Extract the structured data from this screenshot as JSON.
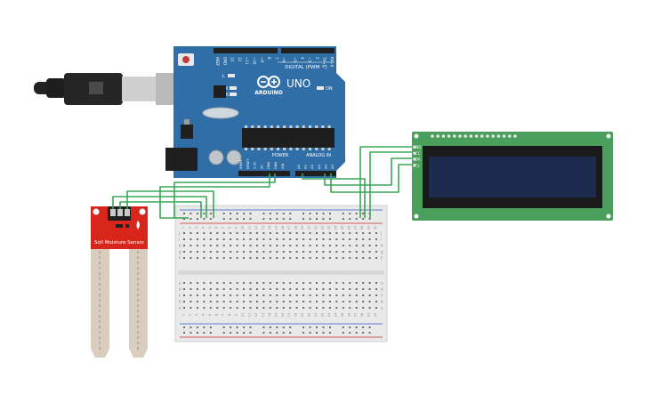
{
  "arduino": {
    "brand": "ARDUINO",
    "model": "UNO",
    "on_label": "ON",
    "tx_label": "TX",
    "rx_label": "RX",
    "l_label": "L",
    "digital_label": "DIGITAL (PWM ~)",
    "power_label": "POWER",
    "analog_label": "ANALOG IN",
    "digital_pins": [
      "AREF",
      "GND",
      "13",
      "12",
      "~11",
      "~10",
      "~9",
      "8",
      "7",
      "~6",
      "~5",
      "4",
      "~3",
      "2",
      "TX→1",
      "RX←0"
    ],
    "power_pins": [
      "IOREF",
      "RESET",
      "3.3V",
      "5V",
      "GND",
      "GND",
      "VIN"
    ],
    "analog_pins": [
      "A0",
      "A1",
      "A2",
      "A3",
      "A4",
      "A5"
    ]
  },
  "lcd": {
    "pins": [
      "GND",
      "VCC",
      "SDA",
      "SCL"
    ]
  },
  "sensor": {
    "label": "Soil Moisture Sensor"
  },
  "breadboard": {
    "row_letters_top": [
      "j",
      "i",
      "h",
      "g",
      "f"
    ],
    "row_letters_bottom": [
      "e",
      "d",
      "c",
      "b",
      "a"
    ],
    "column_numbers": [
      "1",
      "2",
      "3",
      "4",
      "5",
      "6",
      "7",
      "8",
      "9",
      "10",
      "11",
      "12",
      "13",
      "14",
      "15",
      "16",
      "17",
      "18",
      "19",
      "20",
      "21",
      "22",
      "23",
      "24",
      "25",
      "26",
      "27",
      "28",
      "29",
      "30"
    ]
  },
  "colors": {
    "board": "#2f6ea6",
    "wire": "#3aa655",
    "sensor": "#d9261c",
    "lcd_pcb": "#4a9f5c",
    "lcd_screen": "#1d2b4f",
    "breadboard": "#e9e9e9"
  }
}
